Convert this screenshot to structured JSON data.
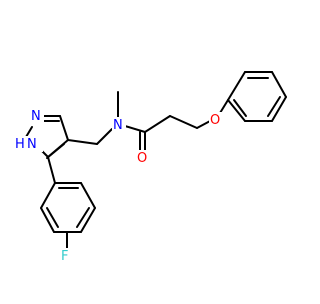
{
  "molecule": {
    "atom_labels": {
      "n1": "N",
      "nh": "N",
      "h": "H",
      "n_amide": "N",
      "o_carbonyl": "O",
      "o_ether": "O",
      "f": "F"
    }
  },
  "colors": {
    "bond": "#000000",
    "nitrogen": "#0000ff",
    "oxygen": "#ff0000",
    "fluorine": "#33cccc",
    "hydrogen": "#0000ff",
    "background": "#ffffff"
  }
}
